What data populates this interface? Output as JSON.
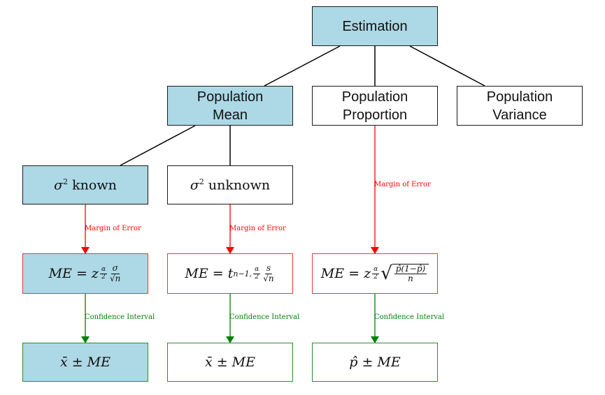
{
  "nodes": {
    "root": {
      "label": "Estimation"
    },
    "mean": {
      "line1": "Population",
      "line2": "Mean"
    },
    "proportion": {
      "line1": "Population",
      "line2": "Proportion"
    },
    "variance": {
      "line1": "Population",
      "line2": "Variance"
    },
    "known": {
      "var": "σ",
      "pow": "2",
      "text": " known"
    },
    "unknown": {
      "var": "σ",
      "pow": "2",
      "text": " unknown"
    },
    "me_z": {
      "lhs": "ME = z",
      "num": "σ",
      "den": "√n"
    },
    "me_t": {
      "lhs": "ME = t",
      "sub": "n−1,",
      "num": "s",
      "den": "√n"
    },
    "me_p": {
      "lhs": "ME = z",
      "num": "p̂(1−p̂)",
      "den": "n"
    },
    "ci_1": {
      "text": "x̄ ± ME"
    },
    "ci_2": {
      "text": "x̄ ± ME"
    },
    "ci_3": {
      "text": "p̂ ± ME"
    }
  },
  "alpha_frac": {
    "num": "α",
    "den": "2"
  },
  "edge_labels": {
    "margin_of_error": "Margin of Error",
    "confidence_interval": "Confidence Interval"
  },
  "colors": {
    "fill": "#add8e6",
    "margin_edge": "#ff0000",
    "confidence_edge": "#008000",
    "tree_edge": "#000000"
  }
}
